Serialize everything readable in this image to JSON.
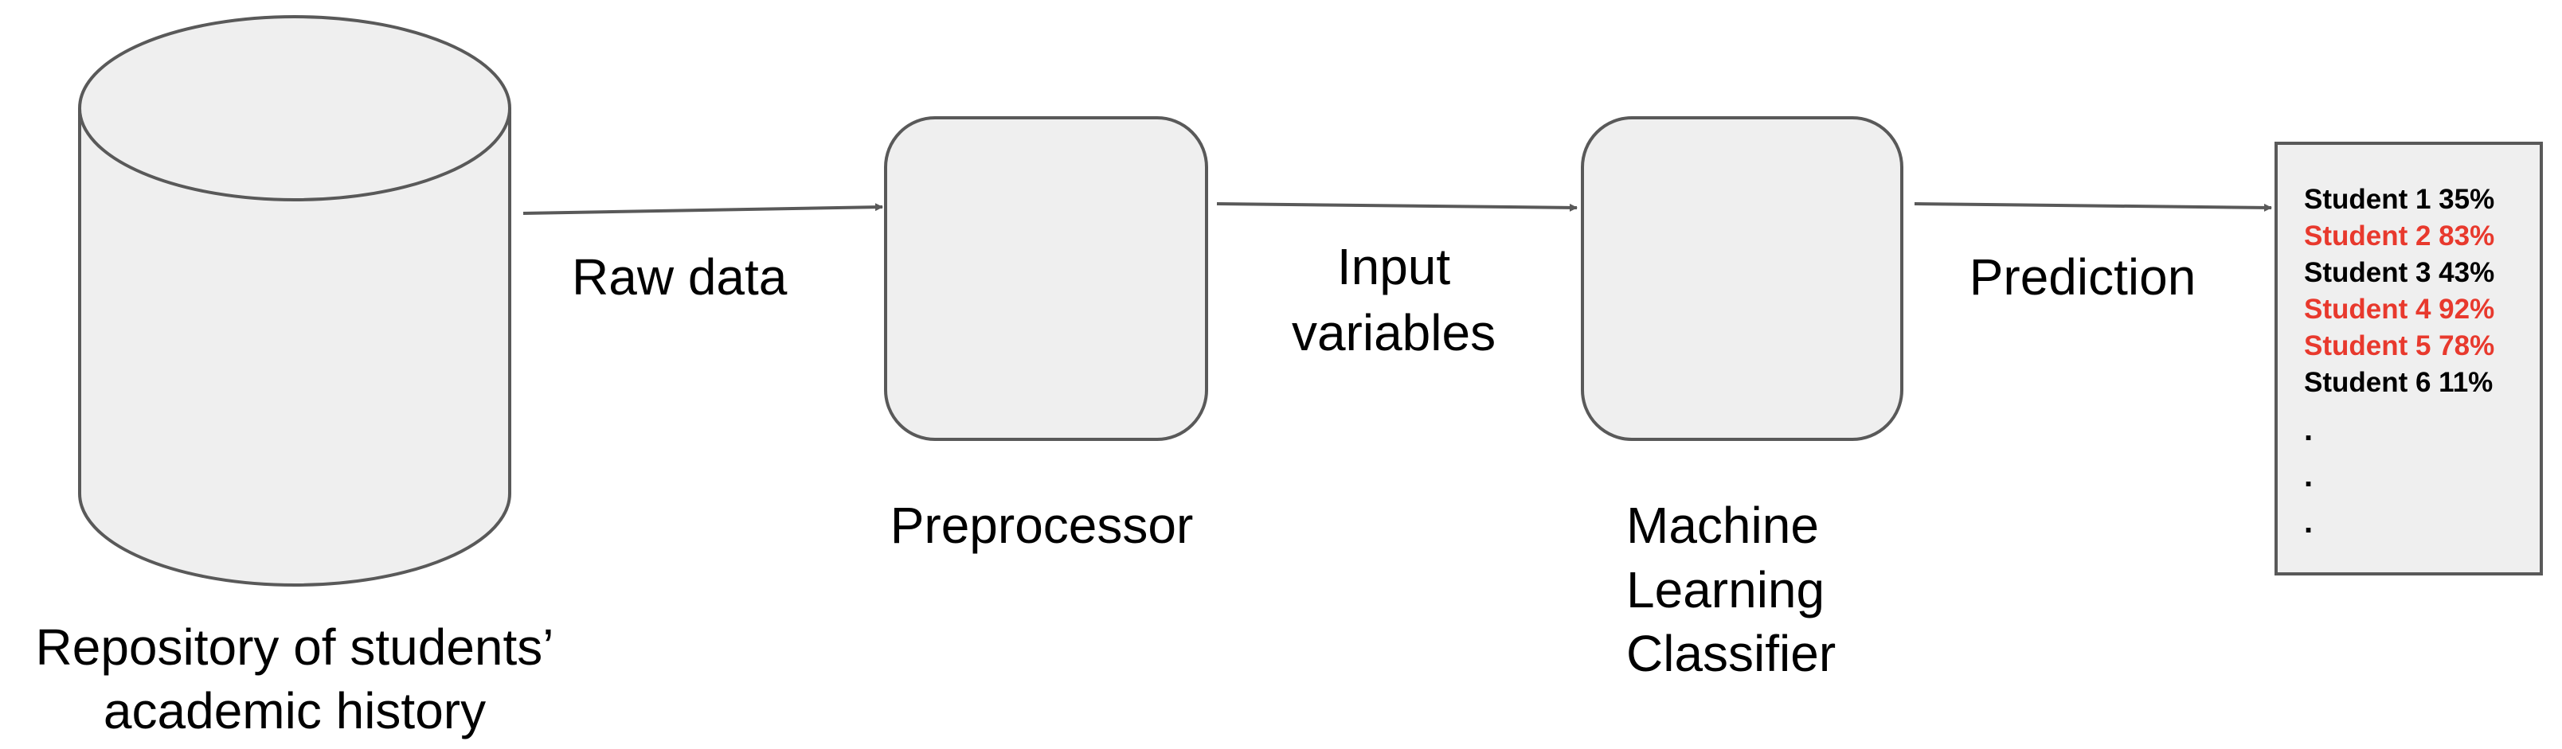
{
  "colors": {
    "node_fill": "#efefef",
    "node_stroke": "#595959",
    "arrow": "#595959",
    "text": "#000000",
    "highlight": "#e8392d"
  },
  "nodes": {
    "repository": {
      "label_lines": [
        "Repository of students’",
        "academic history"
      ]
    },
    "preprocessor": {
      "label": "Preprocessor"
    },
    "classifier": {
      "label_lines": [
        "Machine",
        "Learning",
        "Classifier"
      ]
    }
  },
  "edges": {
    "raw_data": {
      "label": "Raw data"
    },
    "input_variables": {
      "label_lines": [
        "Input",
        "variables"
      ]
    },
    "prediction": {
      "label": "Prediction"
    }
  },
  "output_list": {
    "items": [
      {
        "text": "Student 1 35%",
        "highlight": false
      },
      {
        "text": "Student 2 83%",
        "highlight": true
      },
      {
        "text": "Student 3 43%",
        "highlight": false
      },
      {
        "text": "Student 4 92%",
        "highlight": true
      },
      {
        "text": "Student 5 78%",
        "highlight": true
      },
      {
        "text": "Student 6 11%",
        "highlight": false
      }
    ],
    "ellipsis": [
      ".",
      ".",
      "."
    ]
  }
}
